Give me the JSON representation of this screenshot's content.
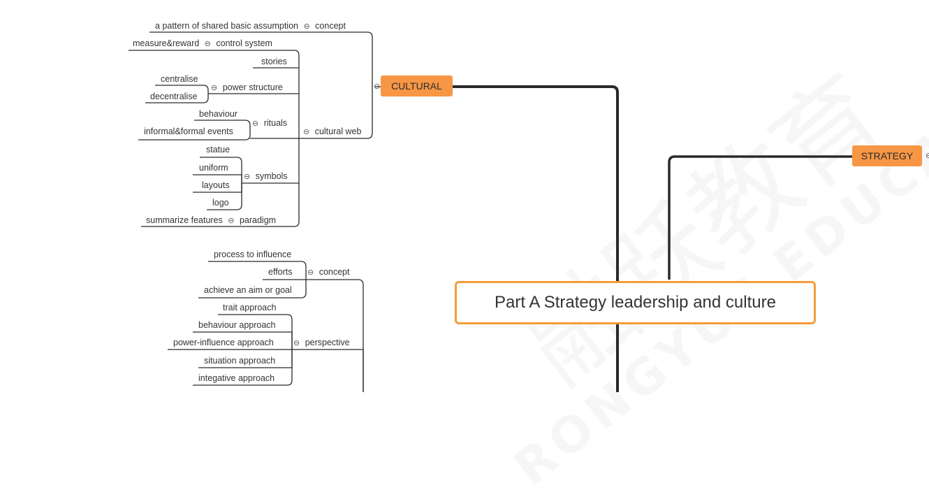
{
  "central": {
    "title": "Part A Strategy leadership and culture"
  },
  "branches": {
    "cultural": "CULTURAL",
    "strategy": "STRATEGY"
  },
  "cultural": {
    "concept_label": "concept",
    "concept_child": "a pattern of shared basic assumption",
    "cultural_web_label": "cultural web",
    "control_system": "control system",
    "measure_reward": "measure&reward",
    "stories": "stories",
    "power_structure": "power structure",
    "centralise": "centralise",
    "decentralise": "decentralise",
    "rituals": "rituals",
    "behaviour": "behaviour",
    "informal_formal_events": "informal&formal events",
    "symbols": "symbols",
    "statue": "statue",
    "uniform": "uniform",
    "layouts": "layouts",
    "logo": "logo",
    "paradigm": "paradigm",
    "summarize_features": "summarize features"
  },
  "leadership": {
    "concept_label": "concept",
    "process_to_influence": "process to influence",
    "efforts": "efforts",
    "achieve_aim": "achieve an aim or goal",
    "perspective_label": "perspective",
    "trait_approach": "trait approach",
    "behaviour_approach": "behaviour approach",
    "power_influence_approach": "power-influence approach",
    "situation_approach": "situation approach",
    "integative_approach": "integative approach"
  },
  "watermark": {
    "zh": "融跃教育",
    "en": "RONGYUE EDUCATION"
  },
  "colors": {
    "branch_fill": "#f79645",
    "central_border": "#f39c3a",
    "connector": "#2a2a2a"
  }
}
